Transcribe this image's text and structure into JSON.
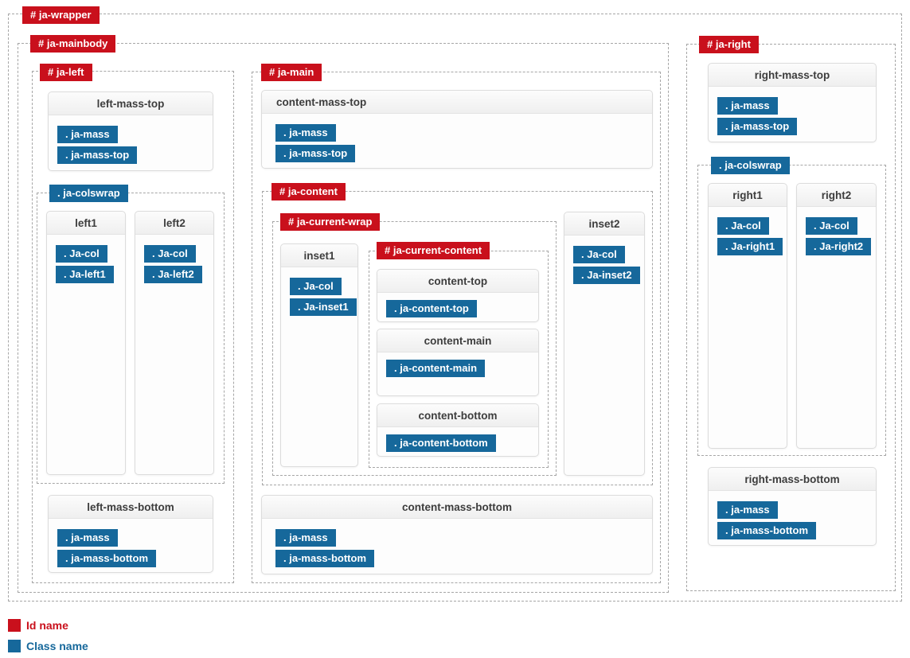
{
  "colors": {
    "id_badge": "#c9101c",
    "class_badge": "#16689b",
    "dashed_border": "#a6a6a6"
  },
  "ids": {
    "wrapper": "# ja-wrapper",
    "mainbody": "# ja-mainbody",
    "left": "# ja-left",
    "main": "# ja-main",
    "content": "# ja-content",
    "current_wrap": "# ja-current-wrap",
    "current_content": "# ja-current-content",
    "right": "# ja-right"
  },
  "classes": {
    "colswrap_left": ". ja-colswrap",
    "colswrap_right": ". ja-colswrap"
  },
  "modules": {
    "left_mass_top": {
      "title": "left-mass-top",
      "badges": [
        ". ja-mass",
        ". ja-mass-top"
      ]
    },
    "left1": {
      "title": "left1",
      "badges": [
        ". Ja-col",
        ". Ja-left1"
      ]
    },
    "left2": {
      "title": "left2",
      "badges": [
        ". Ja-col",
        ". Ja-left2"
      ]
    },
    "left_mass_bottom": {
      "title": "left-mass-bottom",
      "badges": [
        ". ja-mass",
        ". ja-mass-bottom"
      ]
    },
    "content_mass_top": {
      "title": "content-mass-top",
      "badges": [
        ". ja-mass",
        ". ja-mass-top"
      ]
    },
    "inset1": {
      "title": "inset1",
      "badges": [
        ". Ja-col",
        ". Ja-inset1"
      ]
    },
    "content_top": {
      "title": "content-top",
      "badges": [
        ". ja-content-top"
      ]
    },
    "content_main": {
      "title": "content-main",
      "badges": [
        ". ja-content-main"
      ]
    },
    "content_bottom": {
      "title": "content-bottom",
      "badges": [
        ". ja-content-bottom"
      ]
    },
    "inset2": {
      "title": "inset2",
      "badges": [
        ". Ja-col",
        ". Ja-inset2"
      ]
    },
    "content_mass_bottom": {
      "title": "content-mass-bottom",
      "badges": [
        ". ja-mass",
        ". ja-mass-bottom"
      ]
    },
    "right_mass_top": {
      "title": "right-mass-top",
      "badges": [
        ". ja-mass",
        ". ja-mass-top"
      ]
    },
    "right1": {
      "title": "right1",
      "badges": [
        ". Ja-col",
        ". Ja-right1"
      ]
    },
    "right2": {
      "title": "right2",
      "badges": [
        ". Ja-col",
        ". Ja-right2"
      ]
    },
    "right_mass_bottom": {
      "title": "right-mass-bottom",
      "badges": [
        ". ja-mass",
        ". ja-mass-bottom"
      ]
    }
  },
  "legend": {
    "id_label": "Id name",
    "class_label": "Class name"
  }
}
